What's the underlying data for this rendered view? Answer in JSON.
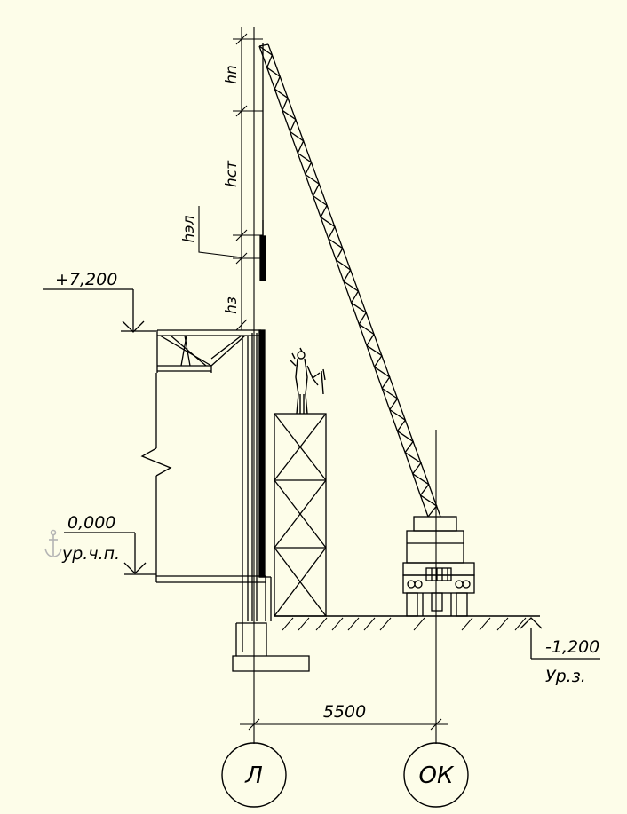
{
  "colors": {
    "background": "#fdfde9",
    "ink": "#000000",
    "anchor": "#b4b4b4"
  },
  "levels": {
    "top": {
      "value": "+7,200"
    },
    "floor": {
      "value": "0,000",
      "note": "ур.ч.п."
    },
    "ground": {
      "value": "-1,200",
      "note": "Ур.з."
    }
  },
  "dims": {
    "hn": "hn",
    "hst": "hст",
    "hel": "hэл",
    "hz": "hз",
    "span": "5500"
  },
  "axes": {
    "left": "Л",
    "right": "ОК"
  },
  "icons": {
    "anchor": "anchor-icon"
  }
}
